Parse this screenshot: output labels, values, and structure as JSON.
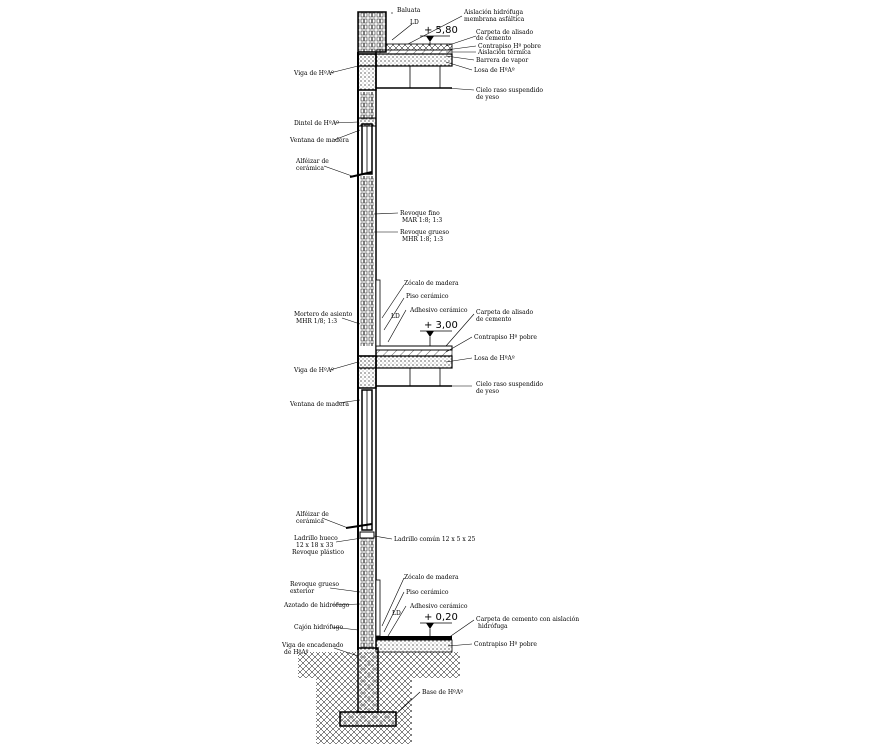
{
  "diagram": {
    "levels": {
      "top": "+ 5,80",
      "mid": "+ 3,00",
      "ground": "+ 0,20"
    },
    "labels": {
      "balusta": "Baluata",
      "ld_top": "LD",
      "aislacion_hidro_1": "Aislación hidrófuga",
      "aislacion_hidro_2": "membrana asfáltica",
      "carpeta_top_1": "Carpeta de alisado",
      "carpeta_top_2": "de cemento",
      "contrapiso_top": "Contrapiso Hº pobre",
      "aislacion_termica": "Aislación térmica",
      "barrera_vapor": "Barrera de vapor",
      "losa_top": "Losa de HºAº",
      "viga_top": "Viga de HºAº",
      "cielo_top_1": "Cielo raso suspendido",
      "cielo_top_2": "de yeso",
      "dintel": "Dintel de HºAº",
      "ventana_1": "Ventana de madera",
      "alfeizar_1a": "Alféizar de",
      "alfeizar_1b": "cerámica",
      "revoque_fino_1": "Revoque fino",
      "revoque_fino_2": "MAR 1:8; 1:3",
      "revoque_grueso_1": "Revoque grueso",
      "revoque_grueso_2": "MHR 1:8; 1:3",
      "zocalo_mid": "Zócalo de madera",
      "piso_mid": "Piso cerámico",
      "mortero_1": "Mortero de asiento",
      "mortero_2": "MHR 1/8; 1:3",
      "ld_mid": "LD",
      "adhesivo_mid": "Adhesivo cerámico",
      "carpeta_mid_1": "Carpeta de alisado",
      "carpeta_mid_2": "de cemento",
      "contrapiso_mid": "Contrapiso Hº pobre",
      "viga_mid": "Viga de HºAº",
      "losa_mid": "Losa de HºAº",
      "cielo_mid_1": "Cielo raso suspendido",
      "cielo_mid_2": "de yeso",
      "ventana_2": "Ventana de madera",
      "alfeizar_2a": "Alféizar de",
      "alfeizar_2b": "cerámica",
      "ladrillo_hueco_1": "Ladrillo hueco",
      "ladrillo_hueco_2": "12 x 18 x 33",
      "revoque_plastico": "Revoque plástico",
      "ladrillo_comun": "Ladrillo común 12 x 5 x 25",
      "revoque_grueso_ext_1": "Revoque grueso",
      "revoque_grueso_ext_2": "exterior",
      "azotado": "Azotado de hidrófugo",
      "cajon_hidrofugo": "Cajón hidrófugo",
      "zocalo_low": "Zócalo de madera",
      "piso_low": "Piso cerámico",
      "ld_low": "LD",
      "adhesivo_low": "Adhesivo cerámico",
      "carpeta_low_1": "Carpeta de cemento con aislación",
      "carpeta_low_2": "hidrófuga",
      "contrapiso_low": "Contrapiso Hº pobre",
      "viga_encad_1": "Viga de encadenado",
      "viga_encad_2": "de HºAº",
      "base": "Base de HºAº"
    }
  }
}
